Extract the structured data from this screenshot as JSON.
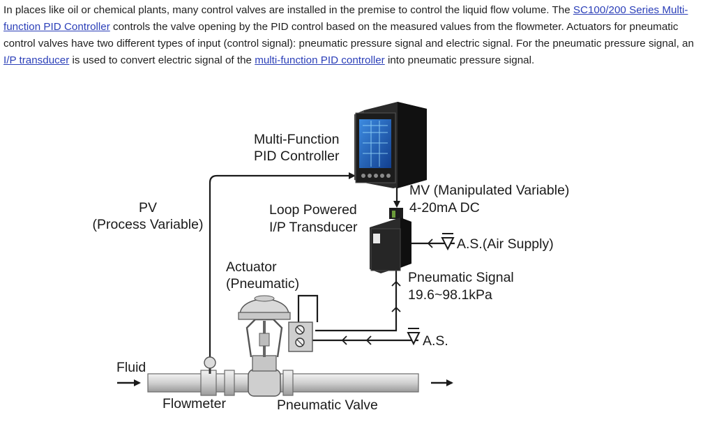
{
  "intro": {
    "t1": "In places like oil or chemical plants, many control valves are installed in the premise to control the liquid flow volume. The ",
    "link1": "SC100/200 Series Multi-function PID Controller",
    "t2": " controls the valve opening by the PID control based on the measured values from the flowmeter. Actuators for pneumatic control valves have two different types of input (control signal): pneumatic pressure signal and electric signal. For the pneumatic pressure signal, an ",
    "link2": "I/P transducer",
    "t3": " is used to convert electric signal of the ",
    "link3": "multi-function PID controller",
    "t4": " into pneumatic pressure signal."
  },
  "diagram": {
    "controller_1": "Multi-Function",
    "controller_2": "PID Controller",
    "pv_1": "PV",
    "pv_2": "(Process Variable)",
    "mv_1": "MV (Manipulated Variable)",
    "mv_2": "4-20mA DC",
    "ip_1": "Loop Powered",
    "ip_2": "I/P Transducer",
    "air_supply": "A.S.(Air Supply)",
    "actuator_1": "Actuator",
    "actuator_2": "(Pneumatic)",
    "pneu_1": "Pneumatic Signal",
    "pneu_2": "19.6~98.1kPa",
    "as2": "A.S.",
    "fluid": "Fluid",
    "flowmeter": "Flowmeter",
    "valve": "Pneumatic Valve"
  },
  "colors": {
    "link": "#2b3fb8",
    "controller_body": "#1c1c1c",
    "screen": "#1f5fc4",
    "pipe": "#d8d8d8"
  }
}
